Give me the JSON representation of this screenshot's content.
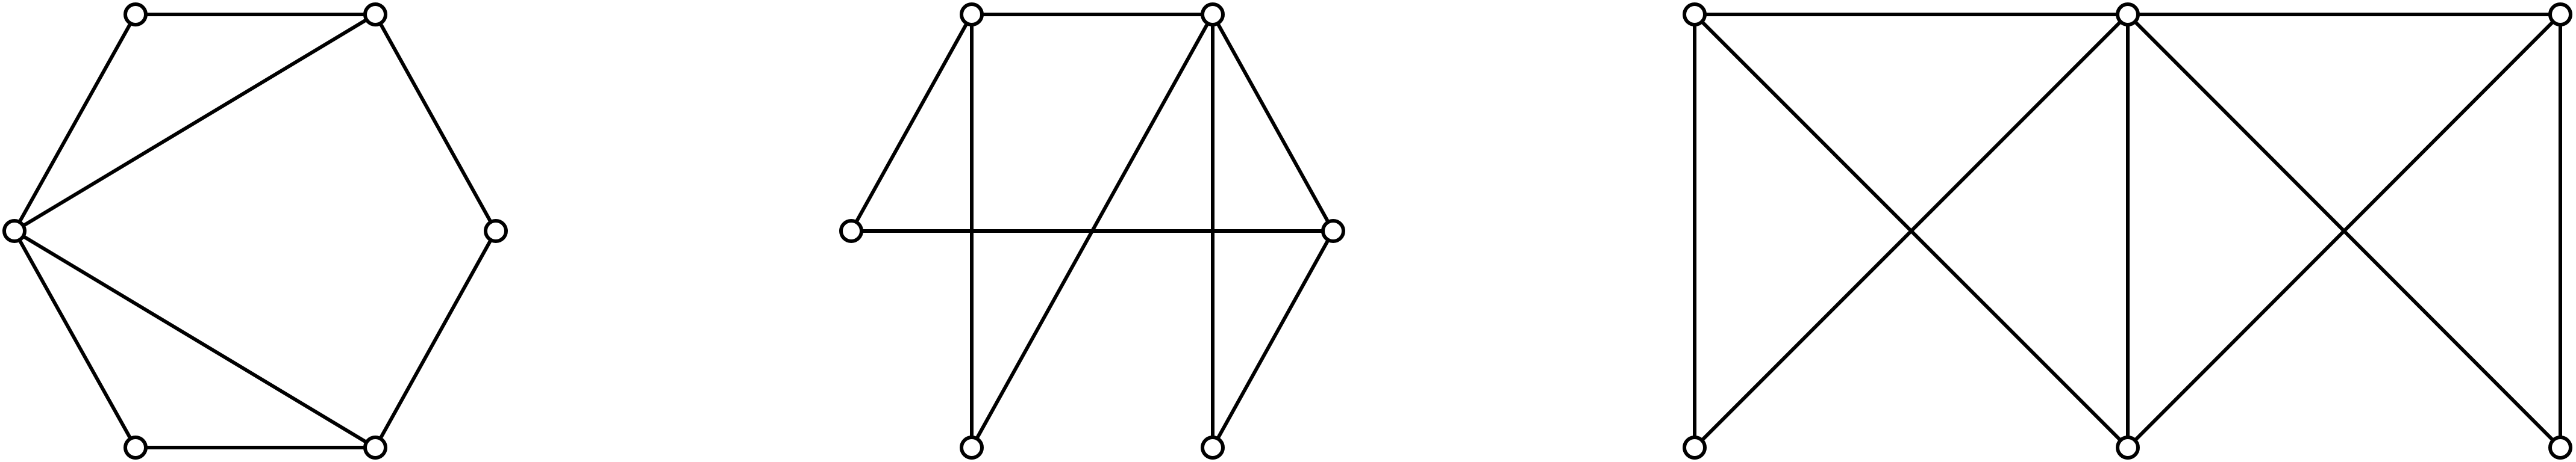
{
  "colors": {
    "background": "#ffffff",
    "line": "#000000",
    "node_fill": "#ffffff"
  },
  "graphs": [
    {
      "id": "graph-1",
      "nodes": [
        "a",
        "b",
        "c",
        "d",
        "e",
        "f"
      ],
      "edges": [
        [
          "a",
          "b"
        ],
        [
          "a",
          "c"
        ],
        [
          "b",
          "c"
        ],
        [
          "b",
          "d"
        ],
        [
          "c",
          "e"
        ],
        [
          "c",
          "f"
        ],
        [
          "d",
          "e"
        ],
        [
          "e",
          "f"
        ]
      ]
    },
    {
      "id": "graph-2",
      "nodes": [
        "a",
        "b",
        "c",
        "d",
        "e",
        "f"
      ],
      "edges": [
        [
          "a",
          "b"
        ],
        [
          "a",
          "c"
        ],
        [
          "a",
          "e"
        ],
        [
          "b",
          "d"
        ],
        [
          "b",
          "e"
        ],
        [
          "b",
          "f"
        ],
        [
          "c",
          "d"
        ],
        [
          "d",
          "f"
        ]
      ]
    },
    {
      "id": "graph-3",
      "nodes": [
        "a",
        "b",
        "c",
        "d",
        "e",
        "f"
      ],
      "edges": [
        [
          "a",
          "b"
        ],
        [
          "a",
          "d"
        ],
        [
          "a",
          "e"
        ],
        [
          "b",
          "d"
        ],
        [
          "b",
          "e"
        ],
        [
          "b",
          "c"
        ],
        [
          "b",
          "f"
        ],
        [
          "c",
          "e"
        ],
        [
          "c",
          "f"
        ]
      ]
    }
  ]
}
